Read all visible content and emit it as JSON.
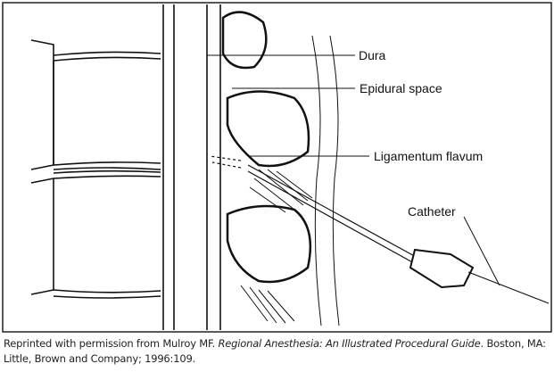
{
  "labels": {
    "dura": "Dura",
    "epidural_space": "Epidural space",
    "ligamentum_flavum": "Ligamentum flavum",
    "catheter": "Catheter"
  },
  "caption": {
    "prefix": "Reprinted with permission from Mulroy MF. ",
    "title": "Regional Anesthesia: An Illustrated Procedural Guide",
    "suffix": ". Boston, MA: Little, Brown and Company; 1996:109."
  }
}
